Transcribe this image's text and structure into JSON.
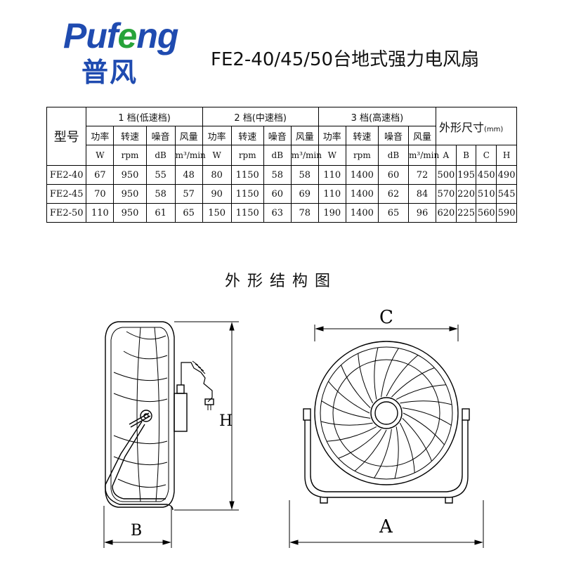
{
  "brand": {
    "latin": "Pufeng",
    "cjk": "普风",
    "colors": {
      "blue": "#1f4bb0",
      "green": "#27a33a"
    }
  },
  "doc_title": "FE2-40/45/50台地式强力电风扇",
  "table": {
    "model_header": "型号",
    "groups": [
      "1 档(低速档)",
      "2 档(中速档)",
      "3 档(高速档)"
    ],
    "dims_header": "外形尺寸",
    "dims_unit": "(mm)",
    "sub_headers": [
      "功率",
      "转速",
      "噪音",
      "风量"
    ],
    "units": [
      "W",
      "rpm",
      "dB",
      "m³/min"
    ],
    "dims_cols": [
      "A",
      "B",
      "C",
      "H"
    ],
    "rows": [
      {
        "model": "FE2-40",
        "values": [
          "67",
          "950",
          "55",
          "48",
          "80",
          "1150",
          "58",
          "58",
          "110",
          "1400",
          "60",
          "72",
          "500",
          "195",
          "450",
          "490"
        ]
      },
      {
        "model": "FE2-45",
        "values": [
          "70",
          "950",
          "58",
          "57",
          "90",
          "1150",
          "60",
          "69",
          "110",
          "1400",
          "62",
          "84",
          "570",
          "220",
          "510",
          "545"
        ]
      },
      {
        "model": "FE2-50",
        "values": [
          "110",
          "950",
          "61",
          "65",
          "150",
          "1150",
          "63",
          "78",
          "190",
          "1400",
          "65",
          "96",
          "620",
          "225",
          "560",
          "590"
        ]
      }
    ]
  },
  "section_title": "外形结构图",
  "drawing_labels": {
    "A": "A",
    "B": "B",
    "C": "C",
    "H": "H"
  }
}
